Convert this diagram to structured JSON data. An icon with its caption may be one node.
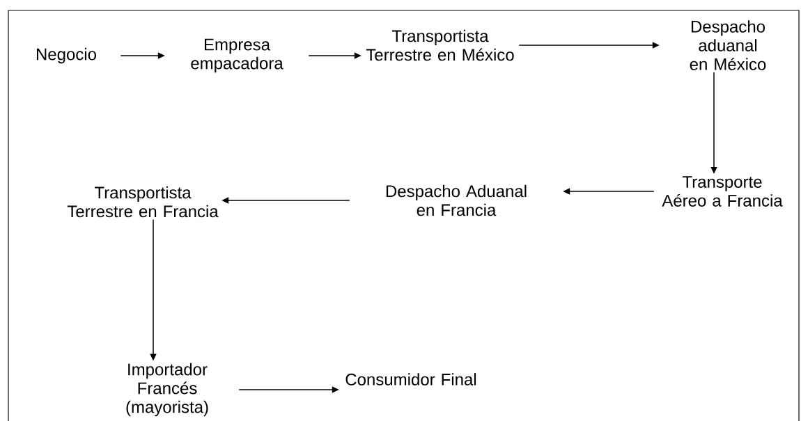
{
  "diagram": {
    "nodes": [
      {
        "text": [
          "Negocio"
        ]
      },
      {
        "text": [
          "Empresa empacadora"
        ]
      },
      {
        "text": [
          "Transportista Terrestre en México"
        ]
      },
      {
        "text": [
          "Despacho aduanal en México"
        ]
      },
      {
        "text": [
          "Transporte Aéreo a Francia"
        ]
      },
      {
        "text": [
          "Despacho Aduanal en Francia"
        ]
      },
      {
        "text": [
          "Transportista Terrestre en Francia"
        ]
      },
      {
        "text": [
          "Importador Francés (mayorista)"
        ]
      },
      {
        "text": [
          "Consumidor Final"
        ]
      }
    ],
    "edges": [
      {
        "from": 0,
        "to": 1,
        "arrow": "to"
      },
      {
        "from": 1,
        "to": 2,
        "arrow": "to"
      },
      {
        "from": 2,
        "to": 3,
        "arrow": "to"
      },
      {
        "from": 3,
        "to": 4,
        "arrow": "to"
      },
      {
        "from": 4,
        "to": 5,
        "arrow": "to"
      },
      {
        "from": 5,
        "to": 6,
        "arrow": "to"
      },
      {
        "from": 6,
        "to": 7,
        "arrow": "to"
      },
      {
        "from": 7,
        "to": 8,
        "arrow": "to"
      }
    ]
  }
}
